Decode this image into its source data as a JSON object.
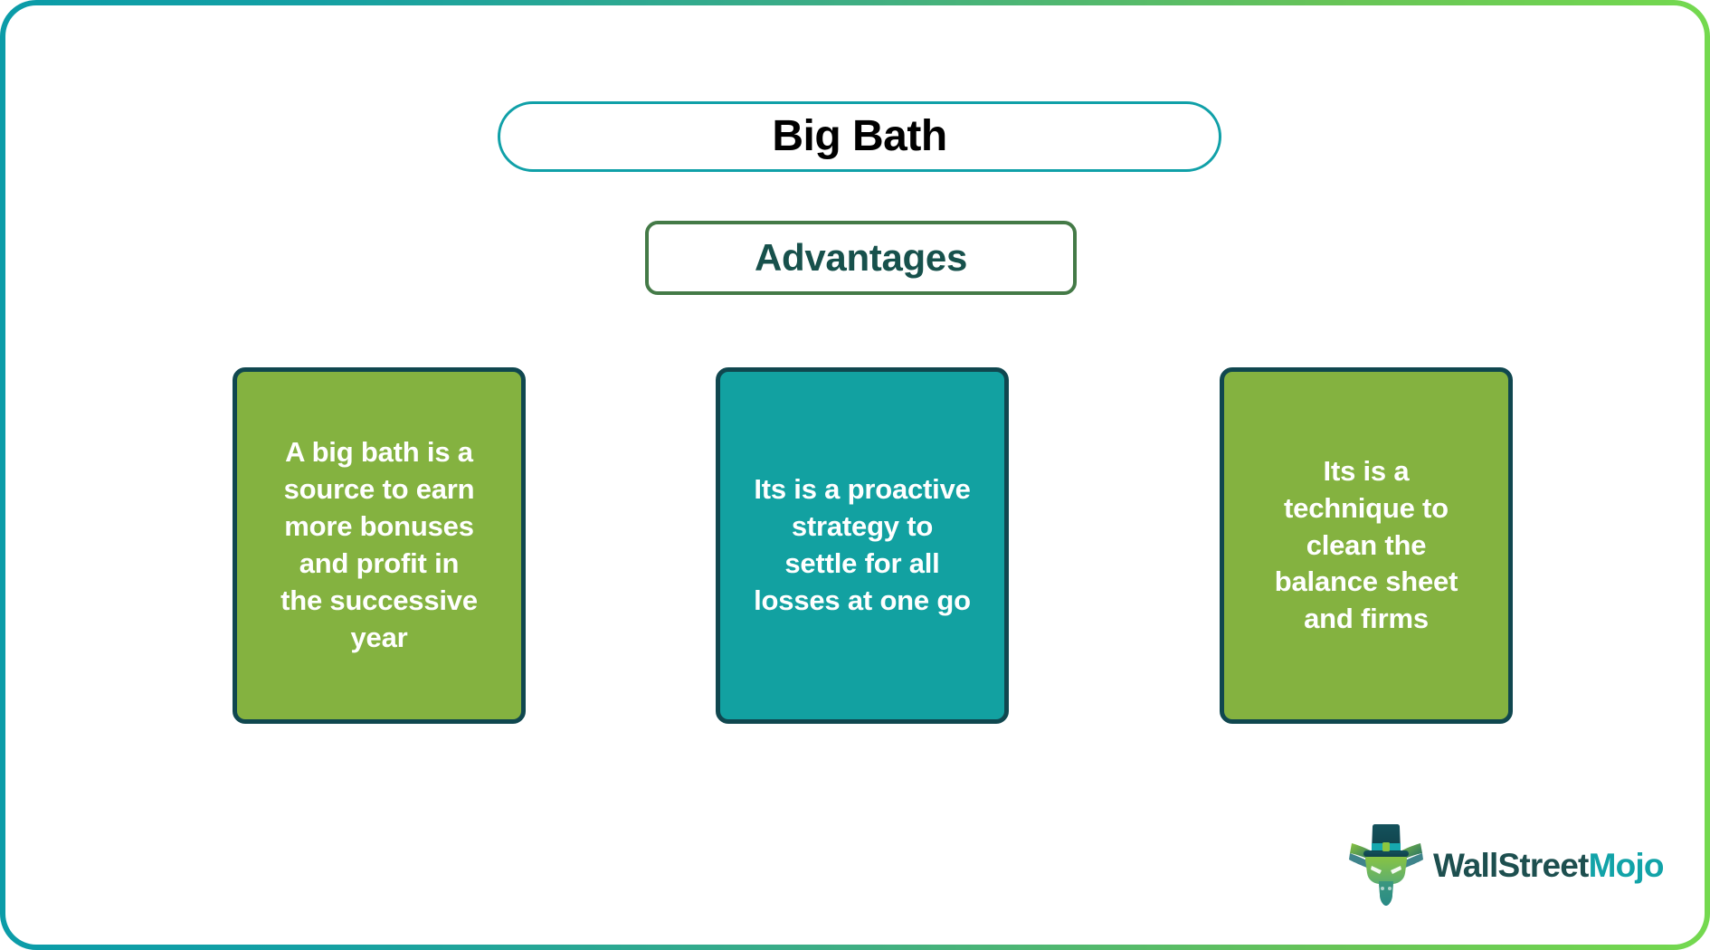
{
  "title": {
    "text": "Big Bath",
    "border_color": "#10a0a8",
    "text_color": "#000000"
  },
  "section": {
    "heading": "Advantages",
    "border_color": "#447a47",
    "text_color": "#17514c"
  },
  "frame": {
    "gradient_start_color": "#0b9ca8",
    "gradient_end_color": "#74d94f",
    "background_color": "#ffffff"
  },
  "cards": [
    {
      "text": "A big bath is a\nsource to earn\nmore bonuses\nand profit in\nthe successive\nyear",
      "fill_color": "#84b240",
      "border_color": "#10474f",
      "text_color": "#ffffff"
    },
    {
      "text": "Its is a proactive\nstrategy to\nsettle for all\nlosses at one go",
      "fill_color": "#12a1a1",
      "border_color": "#10474f",
      "text_color": "#ffffff"
    },
    {
      "text": "Its is a\ntechnique to\nclean the\nbalance sheet\nand firms",
      "fill_color": "#84b240",
      "border_color": "#10474f",
      "text_color": "#ffffff"
    }
  ],
  "logo": {
    "brand_part_1": "WallStreet",
    "brand_part_2": "Mojo",
    "brand_part_1_color": "#1d4f4f",
    "brand_part_2_color": "#12a3a8",
    "mark_name": "bull-with-top-hat-icon"
  }
}
